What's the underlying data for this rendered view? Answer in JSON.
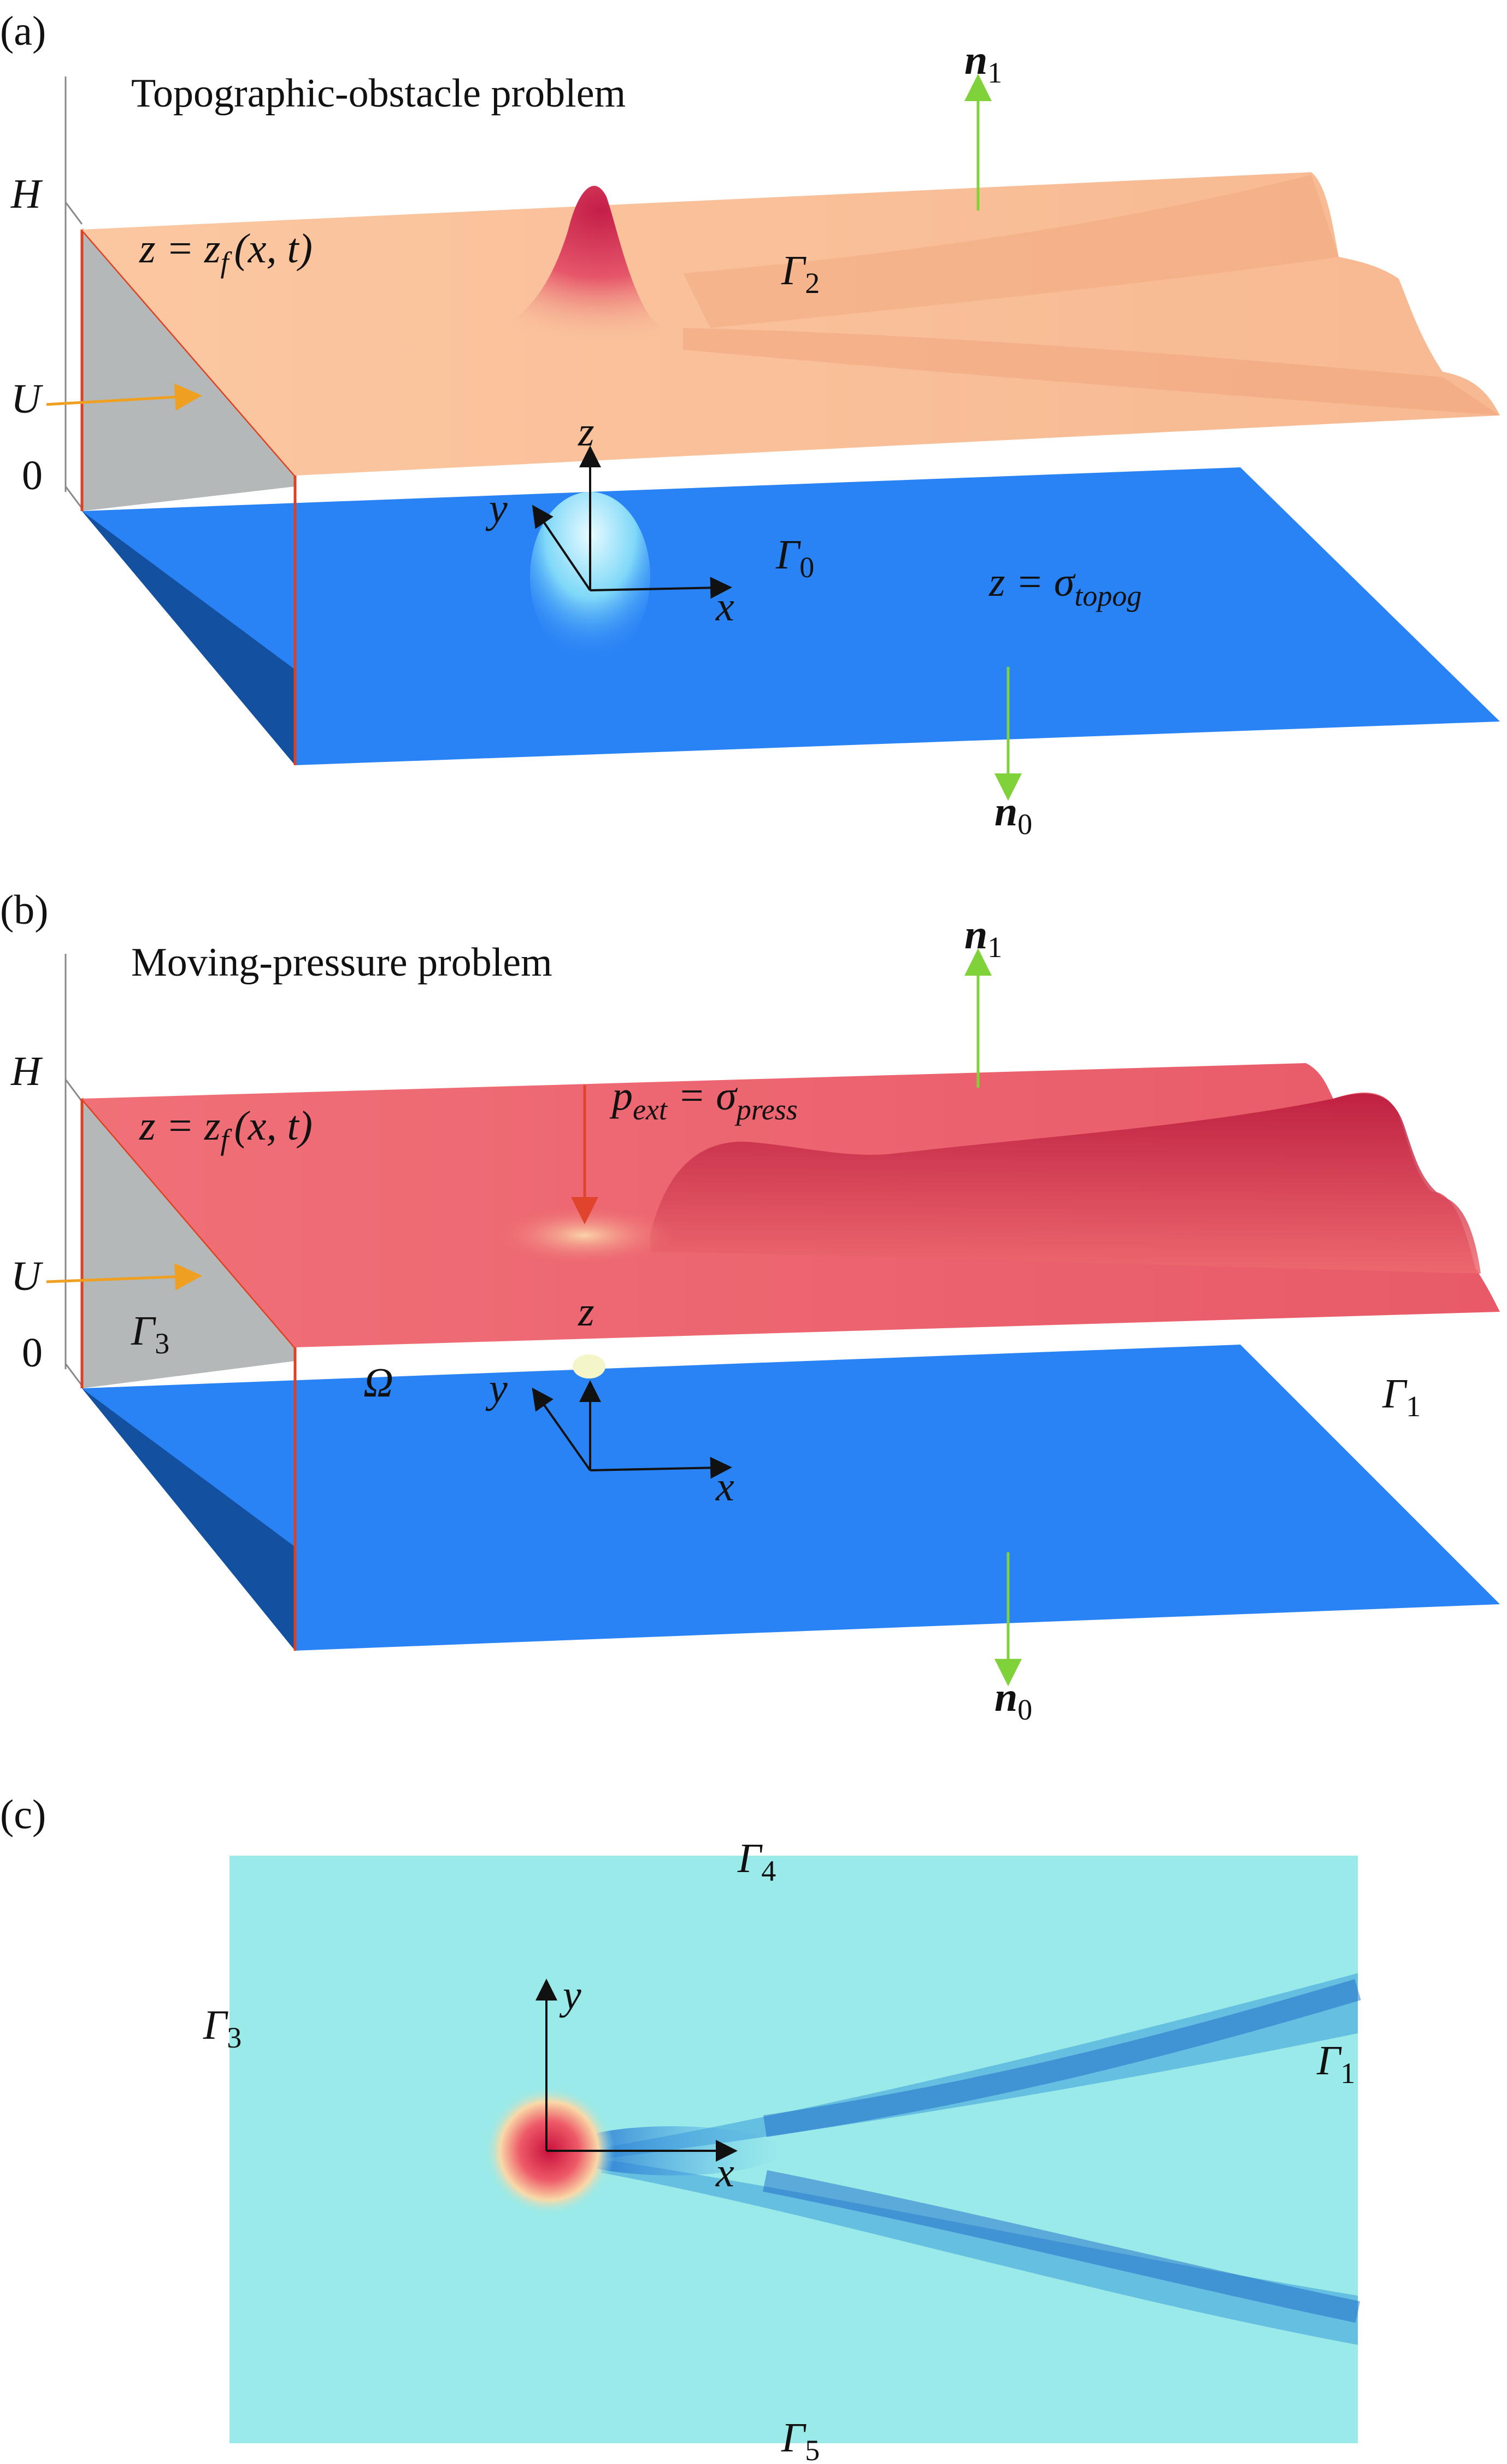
{
  "panel_a": {
    "tag": "(a)",
    "title": "Topographic-obstacle problem",
    "axis_H": "H",
    "axis_U": "U",
    "axis_zero": "0",
    "surface_eq": {
      "main": "z = z",
      "sub": "f",
      "args": "(x, t)"
    },
    "gamma2": {
      "main": "Γ",
      "sub": "2"
    },
    "gamma0": {
      "main": "Γ",
      "sub": "0"
    },
    "bottom_eq": {
      "main": "z = σ",
      "sub": "topog"
    },
    "n1": {
      "main": "n",
      "sub": "1"
    },
    "n0": {
      "main": "n",
      "sub": "0"
    },
    "axes": {
      "x": "x",
      "y": "y",
      "z": "z"
    }
  },
  "panel_b": {
    "tag": "(b)",
    "title": "Moving-pressure problem",
    "axis_H": "H",
    "axis_U": "U",
    "axis_zero": "0",
    "surface_eq": {
      "main": "z = z",
      "sub": "f",
      "args": "(x, t)"
    },
    "pressure_eq": {
      "p": "p",
      "p_sub": "ext",
      "eq": " = σ",
      "sigma_sub": "press"
    },
    "gamma3": {
      "main": "Γ",
      "sub": "3"
    },
    "gamma1": {
      "main": "Γ",
      "sub": "1"
    },
    "omega": "Ω",
    "n1": {
      "main": "n",
      "sub": "1"
    },
    "n0": {
      "main": "n",
      "sub": "0"
    },
    "axes": {
      "x": "x",
      "y": "y",
      "z": "z"
    }
  },
  "panel_c": {
    "tag": "(c)",
    "gamma4": {
      "main": "Γ",
      "sub": "4"
    },
    "gamma3": {
      "main": "Γ",
      "sub": "3"
    },
    "gamma1": {
      "main": "Γ",
      "sub": "1"
    },
    "gamma5": {
      "main": "Γ",
      "sub": "5"
    },
    "axes": {
      "x": "x",
      "y": "y"
    }
  },
  "colors": {
    "free_surface_a": "#f8c29c",
    "free_surface_b": "#ee6a70",
    "bottom": "#2a83f5",
    "bottom_dark": "#1450a0",
    "side_wall": "#b4b8b8",
    "red_edge": "#e04020",
    "green_arrow": "#7fd23a",
    "orange_arrow": "#f0a020",
    "pressure_arrow": "#e0442c",
    "map_background": "#92eaea"
  }
}
